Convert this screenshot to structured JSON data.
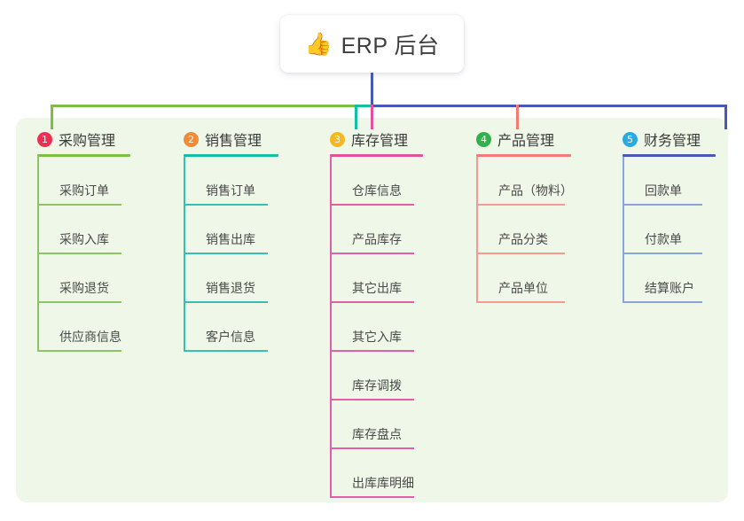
{
  "root": {
    "icon": "thumbs-up-emoji",
    "emoji": "👍",
    "title": "ERP 后台"
  },
  "colors": {
    "panel_bg": "#eef7e8",
    "stem": "#4759b8",
    "green": "#7cc043",
    "teal": "#12bfa5",
    "pink": "#e2519d",
    "salmon": "#f47b72",
    "blue": "#4759b8",
    "leaf_green": "#8cc466",
    "leaf_teal": "#33c1b4",
    "leaf_pink": "#e05fa6",
    "leaf_salmon": "#f79b92",
    "leaf_blue": "#8ba3dd",
    "badge1": "#ed2f52",
    "badge2": "#f08b38",
    "badge3": "#f5b820",
    "badge4": "#2fb24c",
    "badge5": "#29abe2"
  },
  "columns": [
    {
      "index": "1",
      "title": "采购管理",
      "badge_color": "#ed2f52",
      "rule_color": "#7cc043",
      "line_color": "#8cc466",
      "items": [
        {
          "label": "采购订单"
        },
        {
          "label": "采购入库"
        },
        {
          "label": "采购退货"
        },
        {
          "label": "供应商信息"
        }
      ]
    },
    {
      "index": "2",
      "title": "销售管理",
      "badge_color": "#f08b38",
      "rule_color": "#12bfa5",
      "line_color": "#33c1b4",
      "items": [
        {
          "label": "销售订单"
        },
        {
          "label": "销售出库"
        },
        {
          "label": "销售退货"
        },
        {
          "label": "客户信息"
        }
      ]
    },
    {
      "index": "3",
      "title": "库存管理",
      "badge_color": "#f5b820",
      "rule_color": "#e2519d",
      "line_color": "#e05fa6",
      "items": [
        {
          "label": "仓库信息"
        },
        {
          "label": "产品库存"
        },
        {
          "label": "其它出库"
        },
        {
          "label": "其它入库"
        },
        {
          "label": "库存调拨"
        },
        {
          "label": "库存盘点"
        },
        {
          "label": "出库库明细"
        }
      ]
    },
    {
      "index": "4",
      "title": "产品管理",
      "badge_color": "#2fb24c",
      "rule_color": "#f47b72",
      "line_color": "#f79b92",
      "items": [
        {
          "label": "产品（物料）"
        },
        {
          "label": "产品分类"
        },
        {
          "label": "产品单位"
        }
      ]
    },
    {
      "index": "5",
      "title": "财务管理",
      "badge_color": "#29abe2",
      "rule_color": "#4759b8",
      "line_color": "#8ba3dd",
      "items": [
        {
          "label": "回款单"
        },
        {
          "label": "付款单"
        },
        {
          "label": "结算账户"
        }
      ]
    }
  ]
}
